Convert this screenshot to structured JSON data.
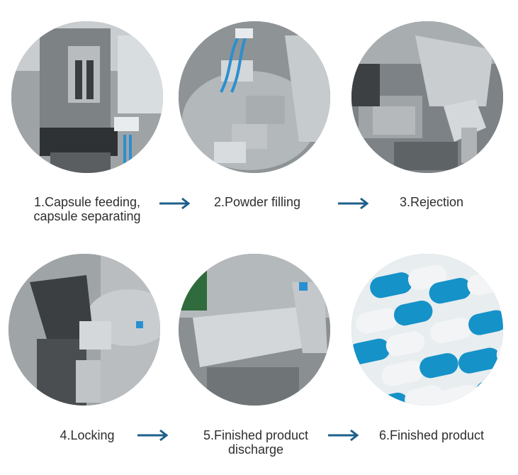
{
  "steps": [
    {
      "label_lines": [
        "1.Capsule feeding,",
        "capsule separating"
      ],
      "photo": "capsule-feeding-photo"
    },
    {
      "label_lines": [
        "2.Powder filling"
      ],
      "photo": "powder-filling-photo"
    },
    {
      "label_lines": [
        "3.Rejection"
      ],
      "photo": "rejection-photo"
    },
    {
      "label_lines": [
        "4.Locking"
      ],
      "photo": "locking-photo"
    },
    {
      "label_lines": [
        "5.Finished product",
        "discharge"
      ],
      "photo": "product-discharge-photo"
    },
    {
      "label_lines": [
        "6.Finished product"
      ],
      "photo": "finished-product-photo"
    }
  ],
  "colors": {
    "arrow": "#1f5f8b",
    "label_text": "#2e2e2e",
    "capsule_blue": "#1592c8",
    "capsule_white": "#f2f4f6"
  },
  "icons": {
    "arrow": "right-arrow-icon"
  }
}
